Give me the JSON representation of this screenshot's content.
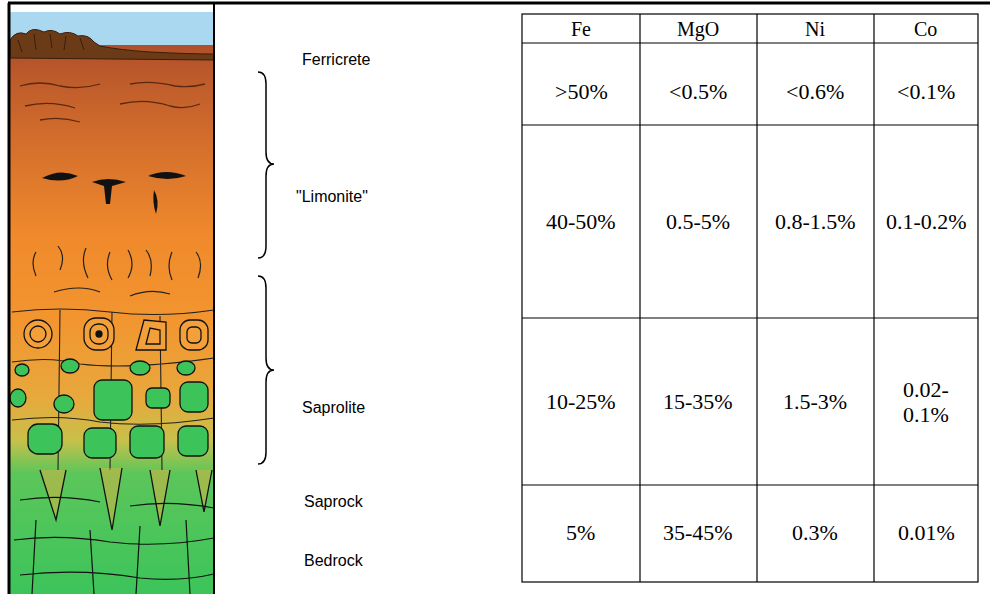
{
  "diagram": {
    "labels": [
      "Ferricrete",
      "\"Limonite\"",
      "Saprolite",
      "Saprock",
      "Bedrock",
      "Fe",
      "MgO",
      "Ni",
      "Co",
      ">50%",
      "<0.5%",
      "<0.6%",
      "<0.1%",
      "40-50%",
      "0.5-5%",
      "0.8-1.5%",
      "0.1-0.2%",
      "10-25%",
      "15-35%",
      "1.5-3%",
      "0.02- 0.1%",
      "5%",
      "35-45%",
      "0.3%",
      "0.01%"
    ]
  }
}
